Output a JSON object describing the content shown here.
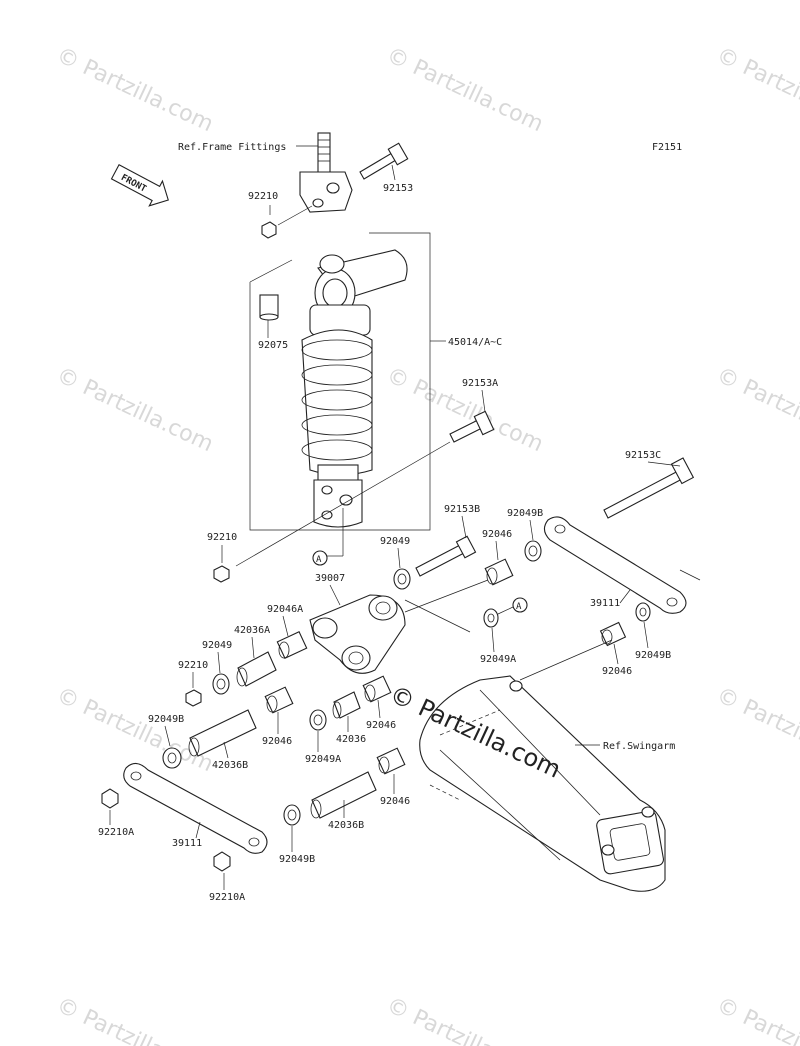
{
  "diagram_code": "F2151",
  "front_label": "FRONT",
  "watermark_text": "© Partzilla.com",
  "references": {
    "frame": "Ref.Frame Fittings",
    "swingarm": "Ref.Swingarm"
  },
  "callout_letter": "A",
  "labels": {
    "l_92153_top": "92153",
    "l_92210_top": "92210",
    "l_92075": "92075",
    "l_45014": "45014/A~C",
    "l_92153A": "92153A",
    "l_92210_mid": "92210",
    "l_92153C": "92153C",
    "l_92153B": "92153B",
    "l_92049B_r": "92049B",
    "l_92049_c": "92049",
    "l_92046_c": "92046",
    "l_39007": "39007",
    "l_39111_r": "39111",
    "l_92046A": "92046A",
    "l_42036A": "42036A",
    "l_92049_l": "92049",
    "l_92210_l": "92210",
    "l_92049A_r": "92049A",
    "l_92046_rr": "92046",
    "l_92049B_rr": "92049B",
    "l_92049B_l": "92049B",
    "l_92046_l": "92046",
    "l_42036B_l": "42036B",
    "l_42036": "42036",
    "l_92046_m": "92046",
    "l_92049A_l": "92049A",
    "l_92046_b": "92046",
    "l_42036B_b": "42036B",
    "l_92210A_l": "92210A",
    "l_39111_l": "39111",
    "l_92049B_b": "92049B",
    "l_92210A_b": "92210A"
  }
}
